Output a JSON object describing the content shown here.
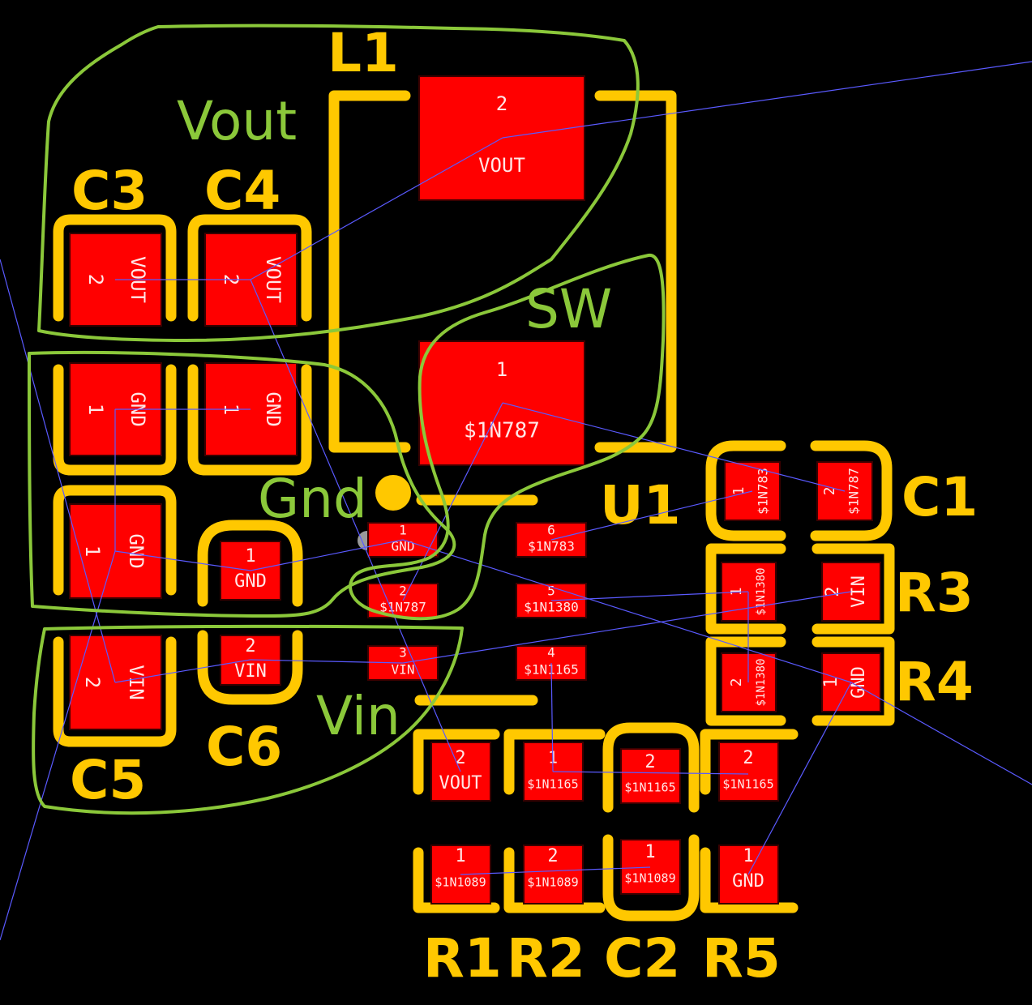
{
  "refdes": {
    "L1": "L1",
    "C1": "C1",
    "C2": "C2",
    "C3": "C3",
    "C4": "C4",
    "C5": "C5",
    "C6": "C6",
    "R1": "R1",
    "R2": "R2",
    "R3": "R3",
    "R4": "R4",
    "R5": "R5",
    "U1": "U1"
  },
  "zone_labels": {
    "vout": "Vout",
    "sw": "SW",
    "gnd": "Gnd",
    "vin": "Vin"
  },
  "pads": {
    "l1_2": {
      "num": "2",
      "net": "VOUT"
    },
    "l1_1": {
      "num": "1",
      "net": "$1N787"
    },
    "c3_2": {
      "num": "2",
      "net": "VOUT"
    },
    "c4_2": {
      "num": "2",
      "net": "VOUT"
    },
    "c3_1": {
      "num": "1",
      "net": "GND"
    },
    "c4_1": {
      "num": "1",
      "net": "GND"
    },
    "c5_1": {
      "num": "1",
      "net": "GND"
    },
    "c5_2": {
      "num": "2",
      "net": "VIN"
    },
    "c6_1": {
      "num": "1",
      "net": "GND"
    },
    "c6_2": {
      "num": "2",
      "net": "VIN"
    },
    "u1_1": {
      "num": "1",
      "net": "GND"
    },
    "u1_2": {
      "num": "2",
      "net": "$1N787"
    },
    "u1_3": {
      "num": "3",
      "net": "VIN"
    },
    "u1_4": {
      "num": "4",
      "net": "$1N1165"
    },
    "u1_5": {
      "num": "5",
      "net": "$1N1380"
    },
    "u1_6": {
      "num": "6",
      "net": "$1N783"
    },
    "c1_1": {
      "num": "1",
      "net": "$1N783"
    },
    "c1_2": {
      "num": "2",
      "net": "$1N787"
    },
    "r3_1": {
      "num": "1",
      "net": "$1N1380"
    },
    "r3_2": {
      "num": "2",
      "net": "VIN"
    },
    "r4_2": {
      "num": "2",
      "net": "$1N1380"
    },
    "r4_1": {
      "num": "1",
      "net": "GND"
    },
    "r1_2": {
      "num": "2",
      "net": "VOUT"
    },
    "r2_1": {
      "num": "1",
      "net": "$1N1165"
    },
    "c2_2": {
      "num": "2",
      "net": "$1N1165"
    },
    "r5_2": {
      "num": "2",
      "net": "$1N1165"
    },
    "r1_1": {
      "num": "1",
      "net": "$1N1089"
    },
    "r2_2": {
      "num": "2",
      "net": "$1N1089"
    },
    "c2_1": {
      "num": "1",
      "net": "$1N1089"
    },
    "r5_1": {
      "num": "1",
      "net": "GND"
    }
  },
  "colors": {
    "background": "#000000",
    "copper_pad": "#FF0000",
    "silkscreen": "#FFC800",
    "sketch_zone": "#8BC83A",
    "ratsnest": "#5A5AFF"
  }
}
